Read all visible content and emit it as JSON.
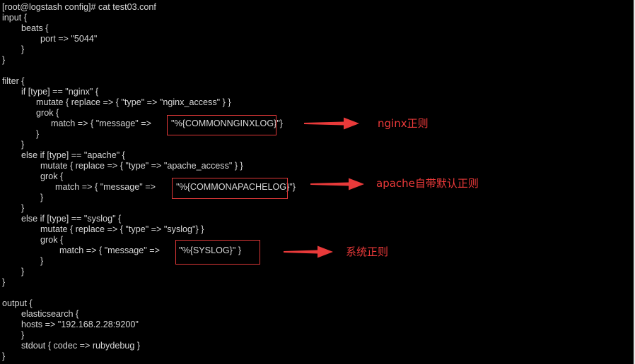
{
  "terminal": {
    "lines": [
      "[root@logstash config]# cat test03.conf",
      "input {",
      "beats {",
      "port => \"5044\"",
      "}",
      "}",
      "",
      "filter {",
      "if [type] == \"nginx\" {",
      "mutate { replace => { \"type\" => \"nginx_access\" } }",
      "grok {",
      "match => { \"message\" => ",
      "}",
      "}",
      "else if [type] == \"apache\" {",
      "mutate { replace => { \"type\" => \"apache_access\" } }",
      "grok {",
      "match => { \"message\" => ",
      "}",
      "}",
      "else if [type] == \"syslog\" {",
      "mutate { replace => { \"type\" => \"syslog\"} }",
      "grok {",
      "match => { \"message\" => ",
      "}",
      "}",
      "}",
      "",
      "output {",
      "elasticsearch {",
      "hosts => \"192.168.2.28:9200\"",
      "}",
      "stdout { codec => rubydebug }",
      "}"
    ],
    "highlights": {
      "nginx_pattern": "\"%{COMMONNGINXLOG}\"}",
      "apache_pattern": "\"%{COMMONAPACHELOG}\"}",
      "syslog_pattern": "\"%{SYSLOG}\" }"
    }
  },
  "annotations": {
    "nginx": "nginx正则",
    "apache": "apache自带默认正则",
    "syslog": "系统正则"
  },
  "colors": {
    "background": "#000000",
    "text": "#d8d8d8",
    "annotation": "#ee3a3a"
  }
}
